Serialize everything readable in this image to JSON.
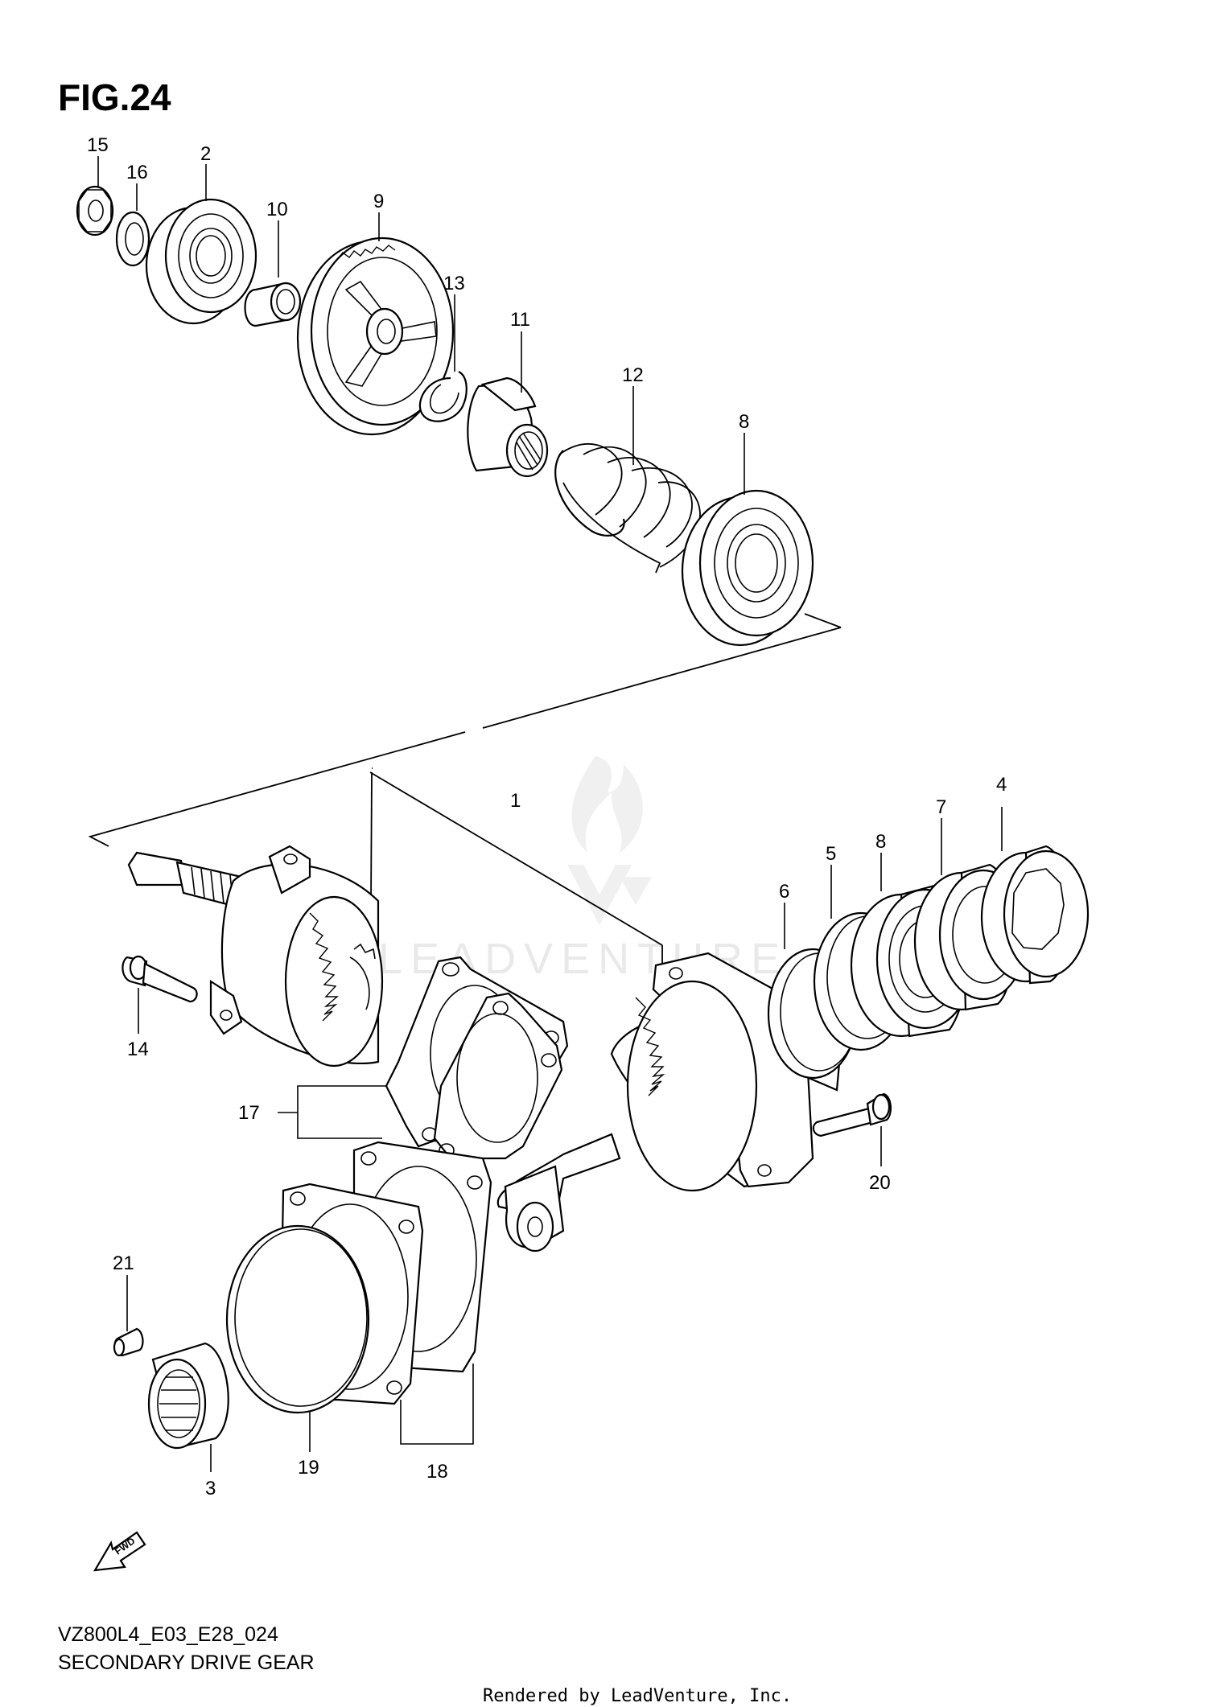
{
  "figure": {
    "title": "FIG.24",
    "model_code": "VZ800L4_E03_E28_024",
    "name": "SECONDARY DRIVE GEAR",
    "fwd_label": "FWD"
  },
  "watermark": {
    "text": "LEADVENTURE"
  },
  "footer": {
    "rendered_by": "Rendered by LeadVenture, Inc."
  },
  "callouts": [
    "15",
    "16",
    "2",
    "10",
    "9",
    "13",
    "11",
    "12",
    "8",
    "1",
    "4",
    "7",
    "8",
    "5",
    "6",
    "14",
    "17",
    "20",
    "21",
    "3",
    "19",
    "18"
  ]
}
